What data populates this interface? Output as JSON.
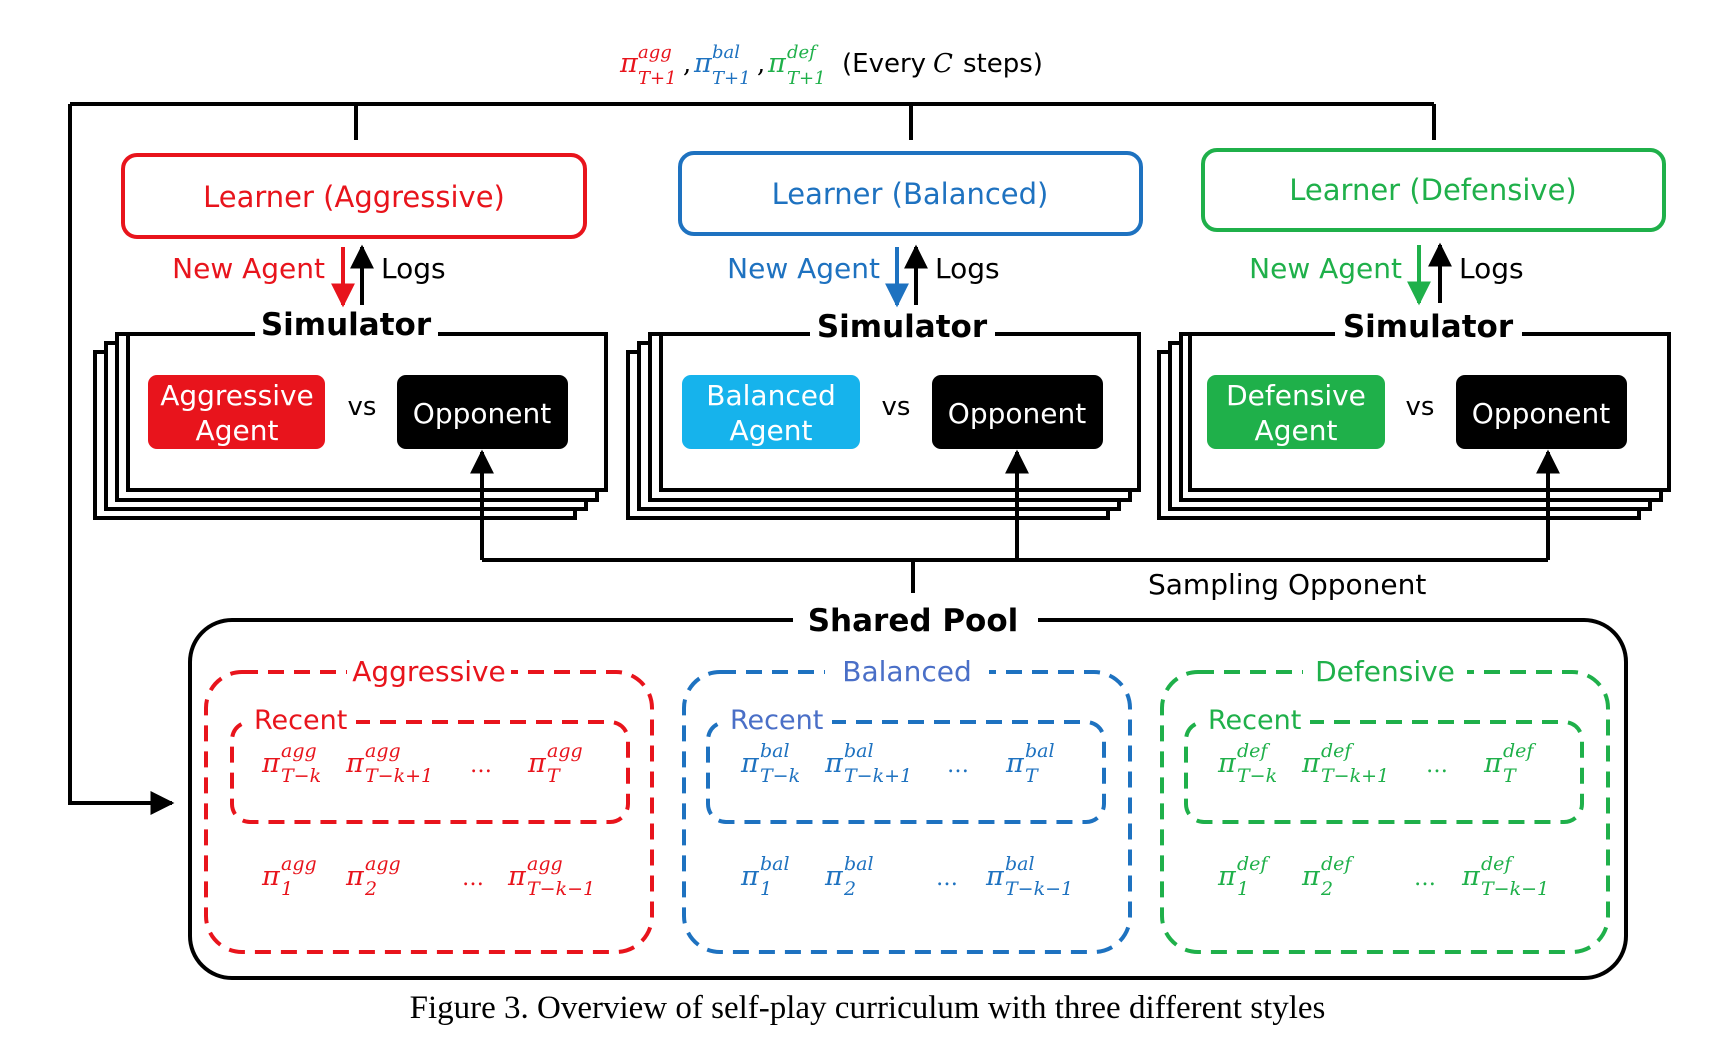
{
  "colors": {
    "aggressive": "#e8141c",
    "balanced": "#1e72c0",
    "balanced_label": "#4a6fc7",
    "balanced_agent_fill": "#16b3ec",
    "defensive": "#1fb04a",
    "black": "#000000"
  },
  "top_label": {
    "pi": "π",
    "agg_sup": "agg",
    "agg_sub": "T+1",
    "bal_sup": "bal",
    "bal_sub": "T+1",
    "def_sup": "def",
    "def_sub": "T+1",
    "comma": ",",
    "every": "(Every",
    "c": "C",
    "steps": "steps)"
  },
  "panels": [
    {
      "key": "agg",
      "learner": "Learner (Aggressive)",
      "new_agent": "New Agent",
      "logs": "Logs",
      "simulator": "Simulator",
      "agent_line1": "Aggressive",
      "agent_line2": "Agent",
      "vs": "vs",
      "opponent": "Opponent"
    },
    {
      "key": "bal",
      "learner": "Learner (Balanced)",
      "new_agent": "New Agent",
      "logs": "Logs",
      "simulator": "Simulator",
      "agent_line1": "Balanced",
      "agent_line2": "Agent",
      "vs": "vs",
      "opponent": "Opponent"
    },
    {
      "key": "def",
      "learner": "Learner (Defensive)",
      "new_agent": "New Agent",
      "logs": "Logs",
      "simulator": "Simulator",
      "agent_line1": "Defensive",
      "agent_line2": "Agent",
      "vs": "vs",
      "opponent": "Opponent"
    }
  ],
  "sampling_label": "Sampling Opponent",
  "pool": {
    "title": "Shared Pool",
    "groups": [
      {
        "title": "Aggressive",
        "recent": "Recent",
        "sup": "agg",
        "recent_subs": [
          "T−k",
          "T−k+1",
          "…",
          "T"
        ],
        "old_subs": [
          "1",
          "2",
          "…",
          "T−k−1"
        ]
      },
      {
        "title": "Balanced",
        "recent": "Recent",
        "sup": "bal",
        "recent_subs": [
          "T−k",
          "T−k+1",
          "…",
          "T"
        ],
        "old_subs": [
          "1",
          "2",
          "…",
          "T−k−1"
        ]
      },
      {
        "title": "Defensive",
        "recent": "Recent",
        "sup": "def",
        "recent_subs": [
          "T−k",
          "T−k+1",
          "…",
          "T"
        ],
        "old_subs": [
          "1",
          "2",
          "…",
          "T−k−1"
        ]
      }
    ]
  },
  "caption": "Figure 3. Overview of self-play curriculum with three different styles"
}
